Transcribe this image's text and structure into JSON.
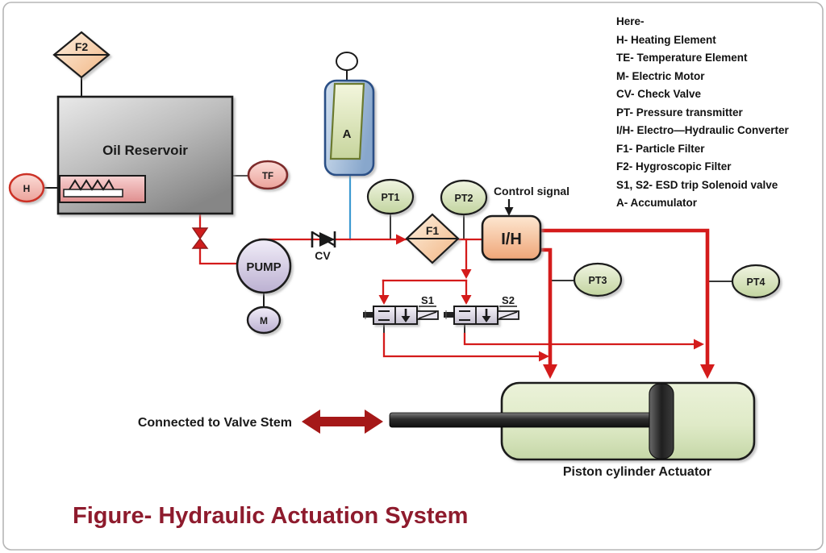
{
  "figure_title": "Figure- Hydraulic Actuation System",
  "legend": {
    "items": [
      "Here-",
      "H- Heating Element",
      "TE- Temperature Element",
      "M- Electric Motor",
      "CV- Check Valve",
      "PT- Pressure transmitter",
      "I/H- Electro—Hydraulic Converter",
      "F1- Particle Filter",
      "F2- Hygroscopic Filter",
      "S1, S2- ESD trip Solenoid valve",
      "A- Accumulator"
    ]
  },
  "components": {
    "f2_filter": "F2",
    "oil_reservoir": "Oil Reservoir",
    "heater": "H",
    "temp_transmitter": "TF",
    "pump": "PUMP",
    "motor": "M",
    "check_valve": "CV",
    "accumulator": "A",
    "pt1": "PT1",
    "pt2": "PT2",
    "pt3": "PT3",
    "pt4": "PT4",
    "f1_filter": "F1",
    "ih_converter": "I/H",
    "control_signal": "Control signal",
    "s1": "S1",
    "s2": "S2",
    "valve_stem_note": "Connected to Valve Stem",
    "actuator_label": "Piston cylinder Actuator"
  },
  "colors": {
    "hydraulic_line_red": "#d41b1b",
    "accumulator_line_blue": "#3d9ad1",
    "signal_line_black": "#1a1a1a",
    "title_maroon": "#8e1b2d",
    "double_arrow_darkred": "#a51818",
    "actuator_green": "#dce9c2",
    "converter_peach": "#f3b182"
  }
}
